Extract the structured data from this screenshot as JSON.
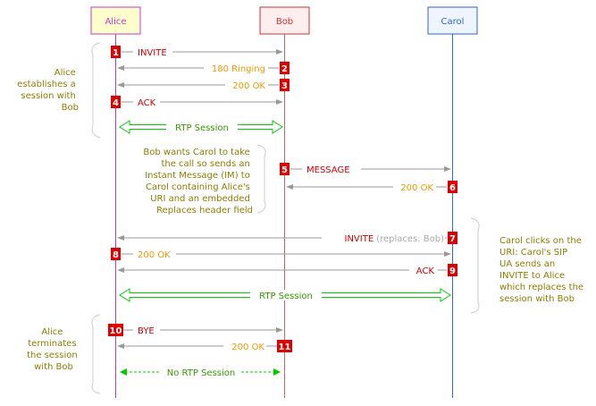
{
  "participants": {
    "alice": {
      "label": "Alice",
      "color": "#cc33cc",
      "fill": "#ffffcc"
    },
    "bob": {
      "label": "Bob",
      "color": "#cc3333",
      "fill": "#ffeeee"
    },
    "carol": {
      "label": "Carol",
      "color": "#3366cc",
      "fill": "#eef5ff"
    }
  },
  "colors": {
    "red": "#cc0000",
    "orange": "#ee9900",
    "gray": "#999999",
    "green": "#00cc00",
    "note": "#8b7d00",
    "badge": "#dd0000"
  },
  "messages": [
    {
      "num": "1",
      "label": "INVITE"
    },
    {
      "num": "2",
      "label": "180 Ringing"
    },
    {
      "num": "3",
      "label": "200 OK"
    },
    {
      "num": "4",
      "label": "ACK"
    },
    {
      "num": "5",
      "label": "MESSAGE"
    },
    {
      "num": "6",
      "label": "200 OK"
    },
    {
      "num": "7",
      "label": "INVITE",
      "extra": "(replaces: Bob)"
    },
    {
      "num": "8",
      "label": "200 OK"
    },
    {
      "num": "9",
      "label": "ACK"
    },
    {
      "num": "10",
      "label": "BYE"
    },
    {
      "num": "11",
      "label": "200 OK"
    }
  ],
  "sessions": {
    "rtp1": "RTP Session",
    "rtp2": "RTP Session",
    "none": "No RTP Session"
  },
  "notes": {
    "alice_establish": [
      "Alice",
      "establishes a",
      "session with",
      "Bob"
    ],
    "bob_wants": [
      "Bob wants Carol to take",
      "the call so sends an",
      "Instant Message (IM) to",
      "Carol containing Alice's",
      "URI and an embedded",
      "Replaces header field"
    ],
    "carol_clicks": [
      "Carol clicks on the",
      "URI: Carol's SIP",
      "UA sends an",
      "INVITE to Alice",
      "which replaces the",
      "session with Bob"
    ],
    "alice_terminate": [
      "Alice",
      "terminates",
      "the session",
      "with Bob"
    ]
  }
}
